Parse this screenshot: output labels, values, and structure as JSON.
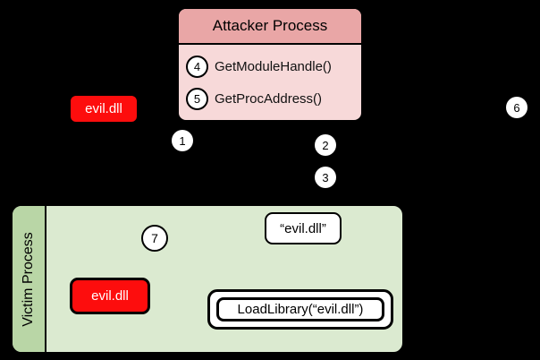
{
  "diagram": {
    "background_color": "#000000",
    "attacker": {
      "title": "Attacker Process",
      "header_color": "#e9a6a6",
      "body_color": "#f7d9d9",
      "api_calls": [
        {
          "step": "4",
          "label": "GetModuleHandle()"
        },
        {
          "step": "5",
          "label": "GetProcAddress()"
        }
      ]
    },
    "victim": {
      "title": "Victim Process",
      "title_bar_color": "#b9d6a6",
      "body_color": "#dbead0",
      "injected_dll": "evil.dll",
      "string_literal": "“evil.dll”",
      "remote_call": "LoadLibrary(“evil.dll”)",
      "marker": "7"
    },
    "attacker_dll": "evil.dll",
    "dll_color": "#fd0d0d",
    "markers": [
      {
        "id": "marker-1",
        "label": "1"
      },
      {
        "id": "marker-2",
        "label": "2"
      },
      {
        "id": "marker-3",
        "label": "3"
      },
      {
        "id": "marker-6",
        "label": "6"
      }
    ]
  }
}
